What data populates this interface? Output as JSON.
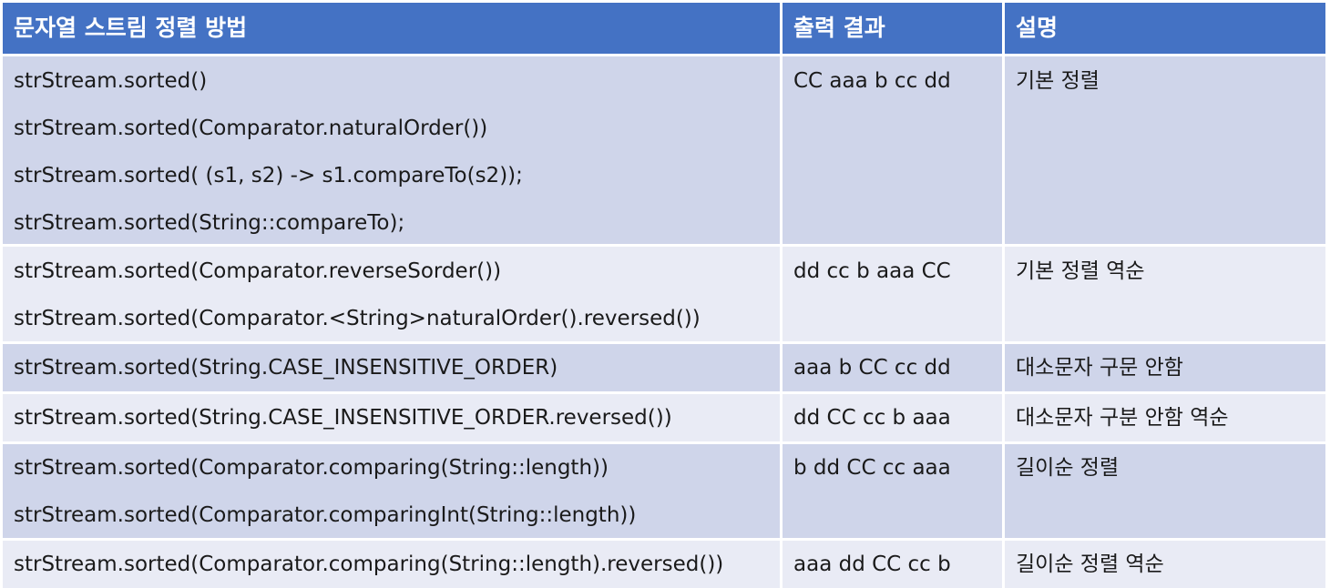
{
  "header": {
    "col1": "문자열 스트림 정렬 방법",
    "col2": "출력 결과",
    "col3": "설명"
  },
  "rows": [
    {
      "methods": [
        "strStream.sorted()",
        "strStream.sorted(Comparator.naturalOrder())",
        "strStream.sorted(  (s1, s2) -> s1.compareTo(s2));",
        "strStream.sorted(String::compareTo);"
      ],
      "output": "CC aaa b cc dd",
      "description": "기본 정렬"
    },
    {
      "methods": [
        "strStream.sorted(Comparator.reverseSorder())",
        "strStream.sorted(Comparator.<String>naturalOrder().reversed())"
      ],
      "output": "dd cc b aaa CC",
      "description": "기본 정렬 역순"
    },
    {
      "methods": [
        "strStream.sorted(String.CASE_INSENSITIVE_ORDER)"
      ],
      "output": "aaa b CC cc dd",
      "description": "대소문자 구문 안함"
    },
    {
      "methods": [
        "strStream.sorted(String.CASE_INSENSITIVE_ORDER.reversed())"
      ],
      "output": "dd CC cc b aaa",
      "description": "대소문자 구분 안함 역순"
    },
    {
      "methods": [
        "strStream.sorted(Comparator.comparing(String::length))",
        "strStream.sorted(Comparator.comparingInt(String::length))"
      ],
      "output": "b dd CC cc aaa",
      "description": "길이순 정렬"
    },
    {
      "methods": [
        "strStream.sorted(Comparator.comparing(String::length).reversed())"
      ],
      "output": "aaa dd CC cc b",
      "description": "길이순 정렬 역순"
    }
  ]
}
